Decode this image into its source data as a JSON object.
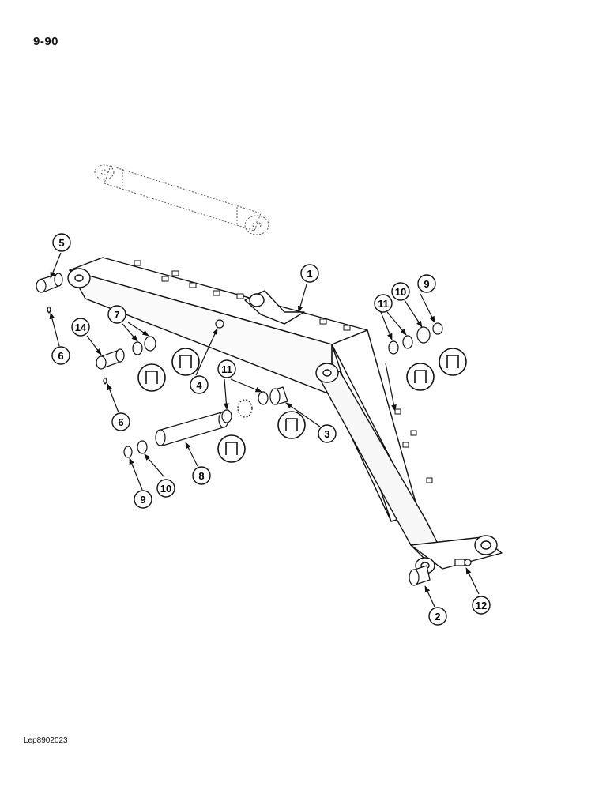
{
  "page_number": "9-90",
  "reference_code": "Lep8902023",
  "callouts": [
    {
      "label": "1"
    },
    {
      "label": "2"
    },
    {
      "label": "3"
    },
    {
      "label": "4"
    },
    {
      "label": "5"
    },
    {
      "label": "6"
    },
    {
      "label": "6"
    },
    {
      "label": "7"
    },
    {
      "label": "8"
    },
    {
      "label": "9"
    },
    {
      "label": "9"
    },
    {
      "label": "10"
    },
    {
      "label": "10"
    },
    {
      "label": "11"
    },
    {
      "label": "11"
    },
    {
      "label": "12"
    },
    {
      "label": "14"
    }
  ]
}
